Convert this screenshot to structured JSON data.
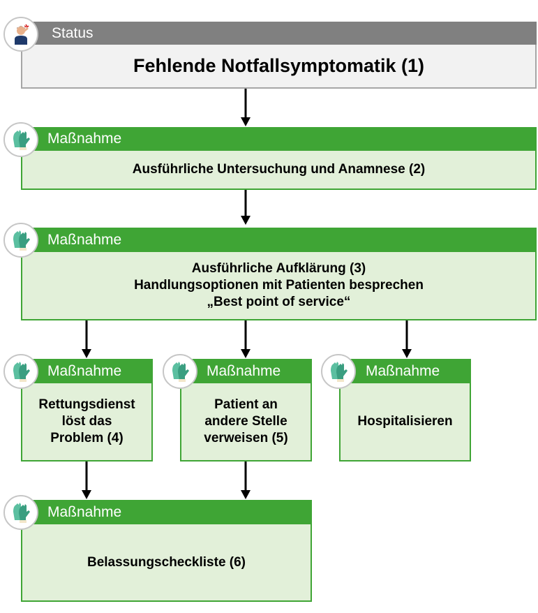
{
  "status": {
    "label": "Status",
    "text": "Fehlende Notfallsymptomatik (1)"
  },
  "nodes": [
    {
      "label": "Maßnahme",
      "lines": [
        "Ausführliche Untersuchung und Anamnese (2)"
      ]
    },
    {
      "label": "Maßnahme",
      "lines": [
        "Ausführliche Aufklärung (3)",
        "Handlungsoptionen mit Patienten besprechen",
        "„Best point of service“"
      ]
    },
    {
      "label": "Maßnahme",
      "lines": [
        "Rettungsdienst",
        "löst das",
        "Problem (4)"
      ]
    },
    {
      "label": "Maßnahme",
      "lines": [
        "Patient an",
        "andere Stelle",
        "verweisen (5)"
      ]
    },
    {
      "label": "Maßnahme",
      "lines": [
        "Hospitalisieren"
      ]
    },
    {
      "label": "Maßnahme",
      "lines": [
        "Belassungscheckliste (6)"
      ]
    }
  ],
  "icons": {
    "status": "person-headache-icon",
    "measure": "gloves-icon"
  },
  "colors": {
    "green": "#3fa535",
    "green_fill": "#e2f0d9",
    "gray": "#808080",
    "gray_fill": "#f2f2f2"
  }
}
